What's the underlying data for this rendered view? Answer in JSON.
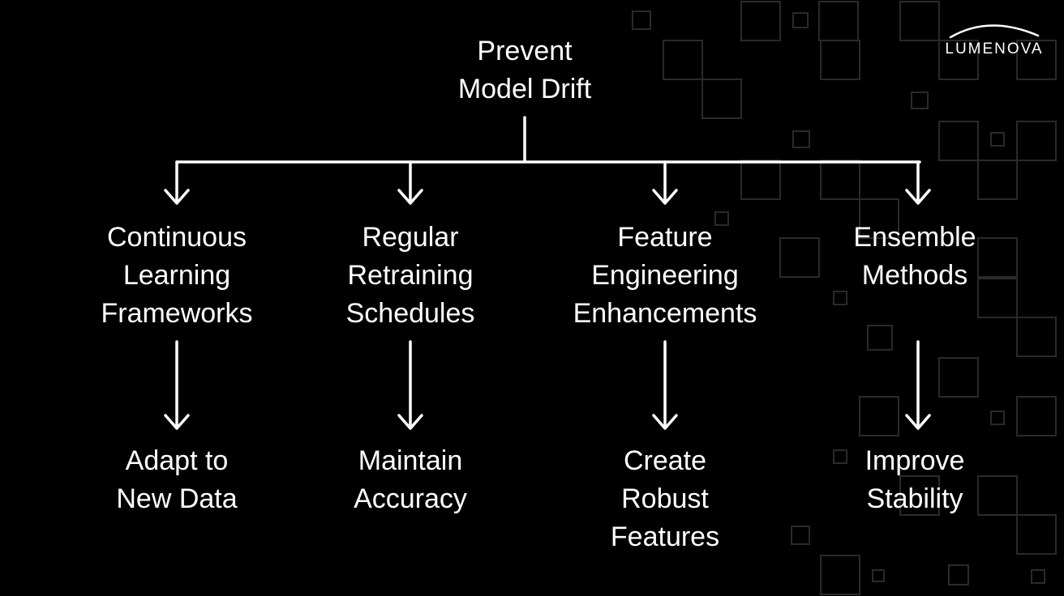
{
  "brand": {
    "name": "LUMENOVA",
    "color": "#ffffff"
  },
  "colors": {
    "background": "#000000",
    "text": "#ffffff",
    "connector": "#ffffff",
    "pattern": "#2a2a2a"
  },
  "root": {
    "lines": [
      "Prevent",
      "Model Drift"
    ]
  },
  "branches": [
    {
      "method": [
        "Continuous",
        "Learning",
        "Frameworks"
      ],
      "outcome": [
        "Adapt to",
        "New Data"
      ]
    },
    {
      "method": [
        "Regular",
        "Retraining",
        "Schedules"
      ],
      "outcome": [
        "Maintain",
        "Accuracy"
      ]
    },
    {
      "method": [
        "Feature",
        "Engineering",
        "Enhancements"
      ],
      "outcome": [
        "Create",
        "Robust",
        "Features"
      ]
    },
    {
      "method": [
        "Ensemble",
        "Methods"
      ],
      "outcome": [
        "Improve",
        "Stability"
      ]
    }
  ]
}
